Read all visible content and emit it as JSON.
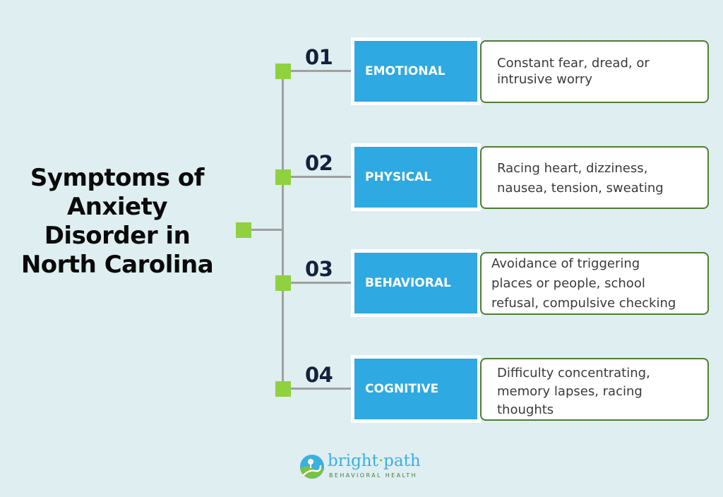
{
  "title": {
    "line1": "Symptoms of",
    "line2": "Anxiety",
    "line3": "Disorder in",
    "line4": "North Carolina"
  },
  "items": [
    {
      "number": "01",
      "category": "EMOTIONAL",
      "description": [
        "Constant fear, dread, or",
        "intrusive worry"
      ]
    },
    {
      "number": "02",
      "category": "PHYSICAL",
      "description": [
        "Racing heart, dizziness,",
        "nausea, tension, sweating"
      ]
    },
    {
      "number": "03",
      "category": "BEHAVIORAL",
      "description": [
        "Avoidance of triggering",
        "places or people, school",
        "refusal, compulsive checking"
      ]
    },
    {
      "number": "04",
      "category": "COGNITIVE",
      "description": [
        "Difficulty concentrating,",
        "memory lapses, racing",
        "thoughts"
      ]
    }
  ],
  "logo": {
    "name_part1": "bright",
    "separator": "·",
    "name_part2": "path",
    "subtitle": "BEHAVIORAL HEALTH"
  },
  "colors": {
    "background": "#deeef1",
    "category_box": "#2ea9e1",
    "node": "#8fd13f",
    "connector": "#a0a0a0",
    "description_border": "#4f7d35",
    "number": "#14213d"
  }
}
